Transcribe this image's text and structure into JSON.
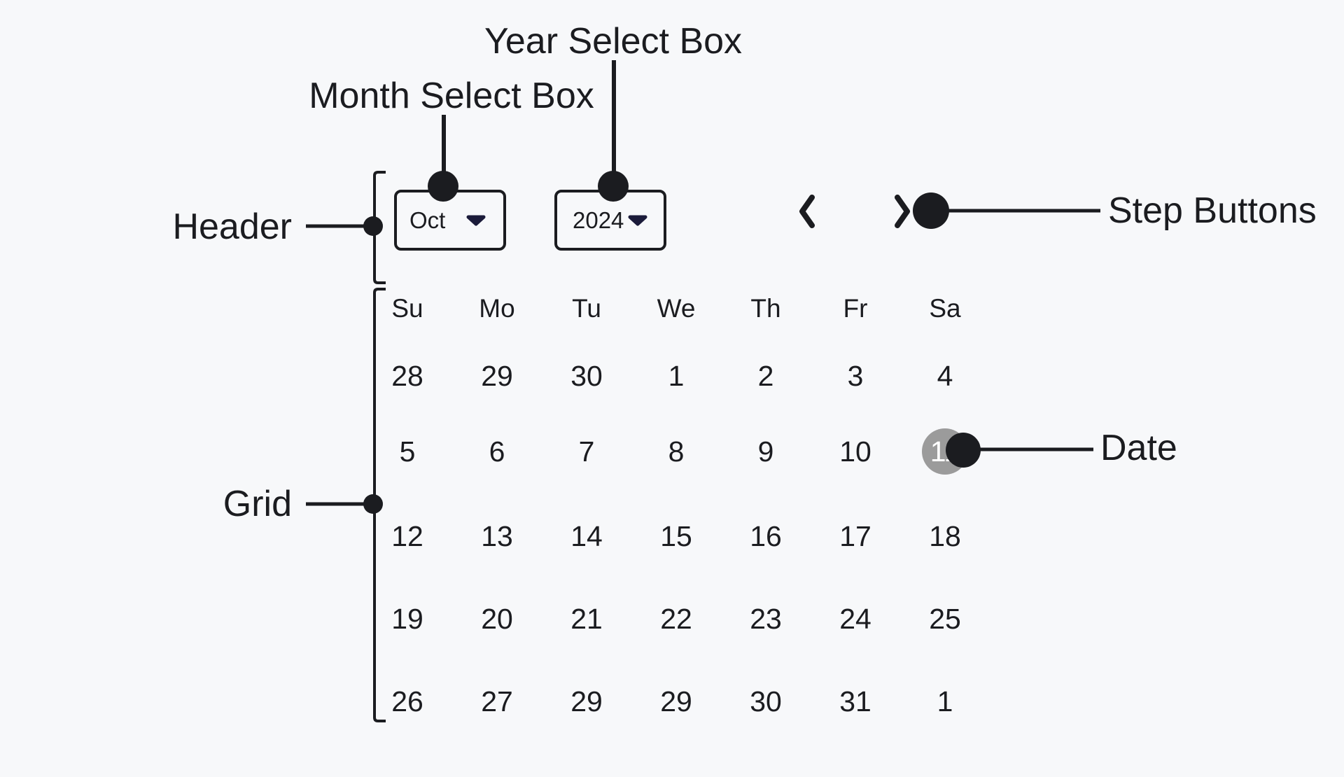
{
  "annotations": {
    "year_select_label": "Year Select Box",
    "month_select_label": "Month Select Box",
    "header_label": "Header",
    "grid_label": "Grid",
    "step_buttons_label": "Step Buttons",
    "date_label": "Date"
  },
  "calendar": {
    "month_value": "Oct",
    "year_value": "2024",
    "weekdays": [
      "Su",
      "Mo",
      "Tu",
      "We",
      "Th",
      "Fr",
      "Sa"
    ],
    "weeks": [
      [
        "28",
        "29",
        "30",
        "1",
        "2",
        "3",
        "4"
      ],
      [
        "5",
        "6",
        "7",
        "8",
        "9",
        "10",
        "11"
      ],
      [
        "12",
        "13",
        "14",
        "15",
        "16",
        "17",
        "18"
      ],
      [
        "19",
        "20",
        "21",
        "22",
        "23",
        "24",
        "25"
      ],
      [
        "26",
        "27",
        "29",
        "29",
        "30",
        "31",
        "1"
      ]
    ],
    "selected_row": 1,
    "selected_col": 6,
    "selected_date": "11"
  },
  "colors": {
    "background": "#f7f8fa",
    "ink": "#1b1c20",
    "caret": "#1b1b3a",
    "selected_bg": "#9b9b9b",
    "selected_text": "#ffffff"
  }
}
